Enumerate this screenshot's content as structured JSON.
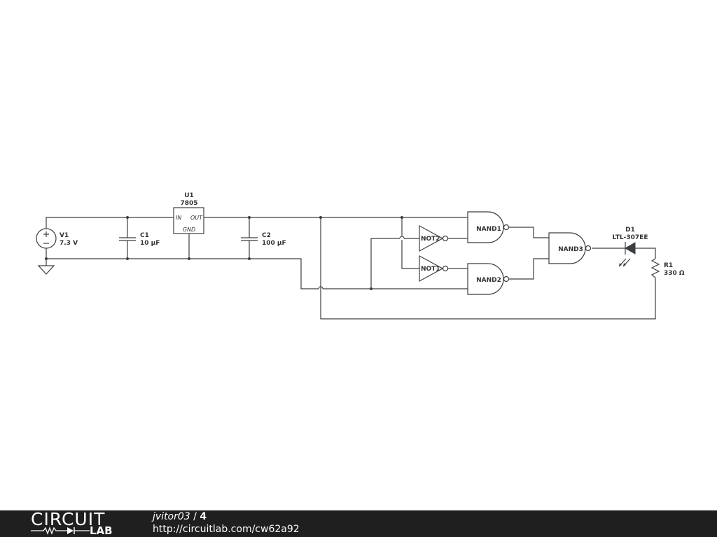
{
  "schematic": {
    "components": {
      "V1": {
        "name": "V1",
        "value": "7.3 V"
      },
      "C1": {
        "name": "C1",
        "value": "10 µF"
      },
      "U1": {
        "name": "U1",
        "value": "7805",
        "pin_in": "IN",
        "pin_out": "OUT",
        "pin_gnd": "GND"
      },
      "C2": {
        "name": "C2",
        "value": "100 µF"
      },
      "NOT1": {
        "name": "NOT1"
      },
      "NOT2": {
        "name": "NOT2"
      },
      "NAND1": {
        "name": "NAND1"
      },
      "NAND2": {
        "name": "NAND2"
      },
      "NAND3": {
        "name": "NAND3"
      },
      "D1": {
        "name": "D1",
        "value": "LTL-307EE"
      },
      "R1": {
        "name": "R1",
        "value": "330 Ω"
      }
    },
    "colors": {
      "wire": "#3a3f44",
      "footer_bg": "#1f1f1f"
    }
  },
  "footer": {
    "logo_top": "CIRCUIT",
    "logo_bottom": "LAB",
    "user": "jvitor03",
    "separator": " / ",
    "number": "4",
    "url": "http://circuitlab.com/cw62a92"
  }
}
